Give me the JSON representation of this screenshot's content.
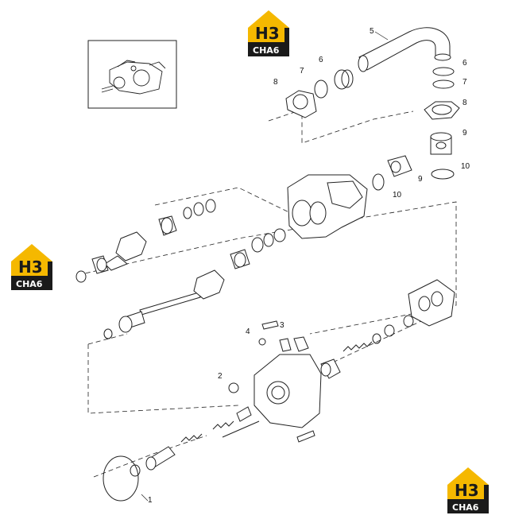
{
  "diagram": {
    "callouts": [
      {
        "id": "c5",
        "text": "5"
      },
      {
        "id": "c6a",
        "text": "6"
      },
      {
        "id": "c6b",
        "text": "6"
      },
      {
        "id": "c7a",
        "text": "7"
      },
      {
        "id": "c7b",
        "text": "7"
      },
      {
        "id": "c8a",
        "text": "8"
      },
      {
        "id": "c8b",
        "text": "8"
      },
      {
        "id": "c9a",
        "text": "9"
      },
      {
        "id": "c9b",
        "text": "9"
      },
      {
        "id": "c10a",
        "text": "10"
      },
      {
        "id": "c10b",
        "text": "10"
      },
      {
        "id": "c4",
        "text": "4"
      },
      {
        "id": "c3",
        "text": "3"
      },
      {
        "id": "c2",
        "text": "2"
      },
      {
        "id": "c1",
        "text": "1"
      }
    ]
  },
  "watermarks": [
    {
      "line1": "H3",
      "line2": "CHA6",
      "color": "#f5b800"
    },
    {
      "line1": "H3",
      "line2": "CHA6",
      "color": "#f5b800"
    },
    {
      "line1": "H3",
      "line2": "CHA6",
      "color": "#f5b800"
    }
  ]
}
